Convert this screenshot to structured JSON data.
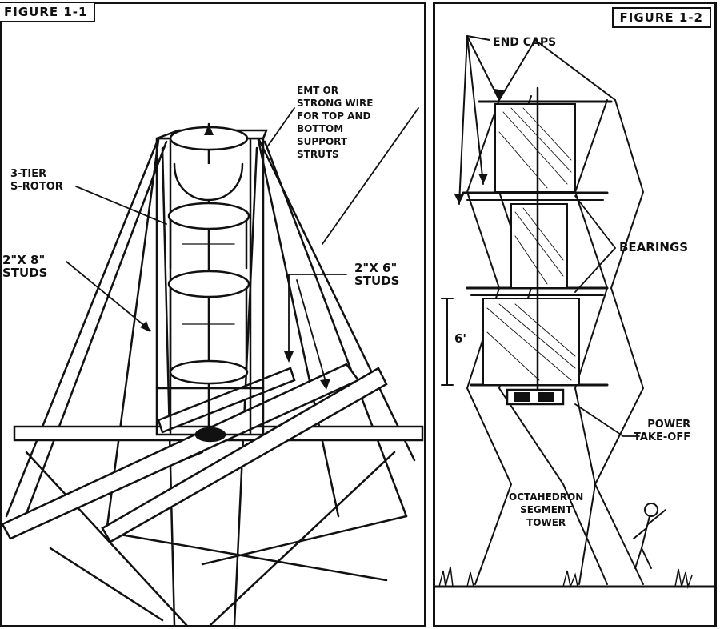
{
  "figure_left": {
    "title": "FIGURE 1-1",
    "labels": {
      "emt": "EMT OR\nSTRONG WIRE\nFOR TOP AND\nBOTTOM\nSUPPORT\nSTRUTS",
      "rotor": "3-TIER\nS-ROTOR",
      "studs_2x8": "2\"X 8\"\nSTUDS",
      "studs_2x6": "2\"X 6\"\nSTUDS"
    }
  },
  "figure_right": {
    "title": "FIGURE 1-2",
    "labels": {
      "end_caps": "END CAPS",
      "bearings": "BEARINGS",
      "dimension": "6'",
      "power": "POWER\nTAKE-OFF",
      "tower": "OCTAHEDRON\nSEGMENT\nTOWER"
    }
  }
}
